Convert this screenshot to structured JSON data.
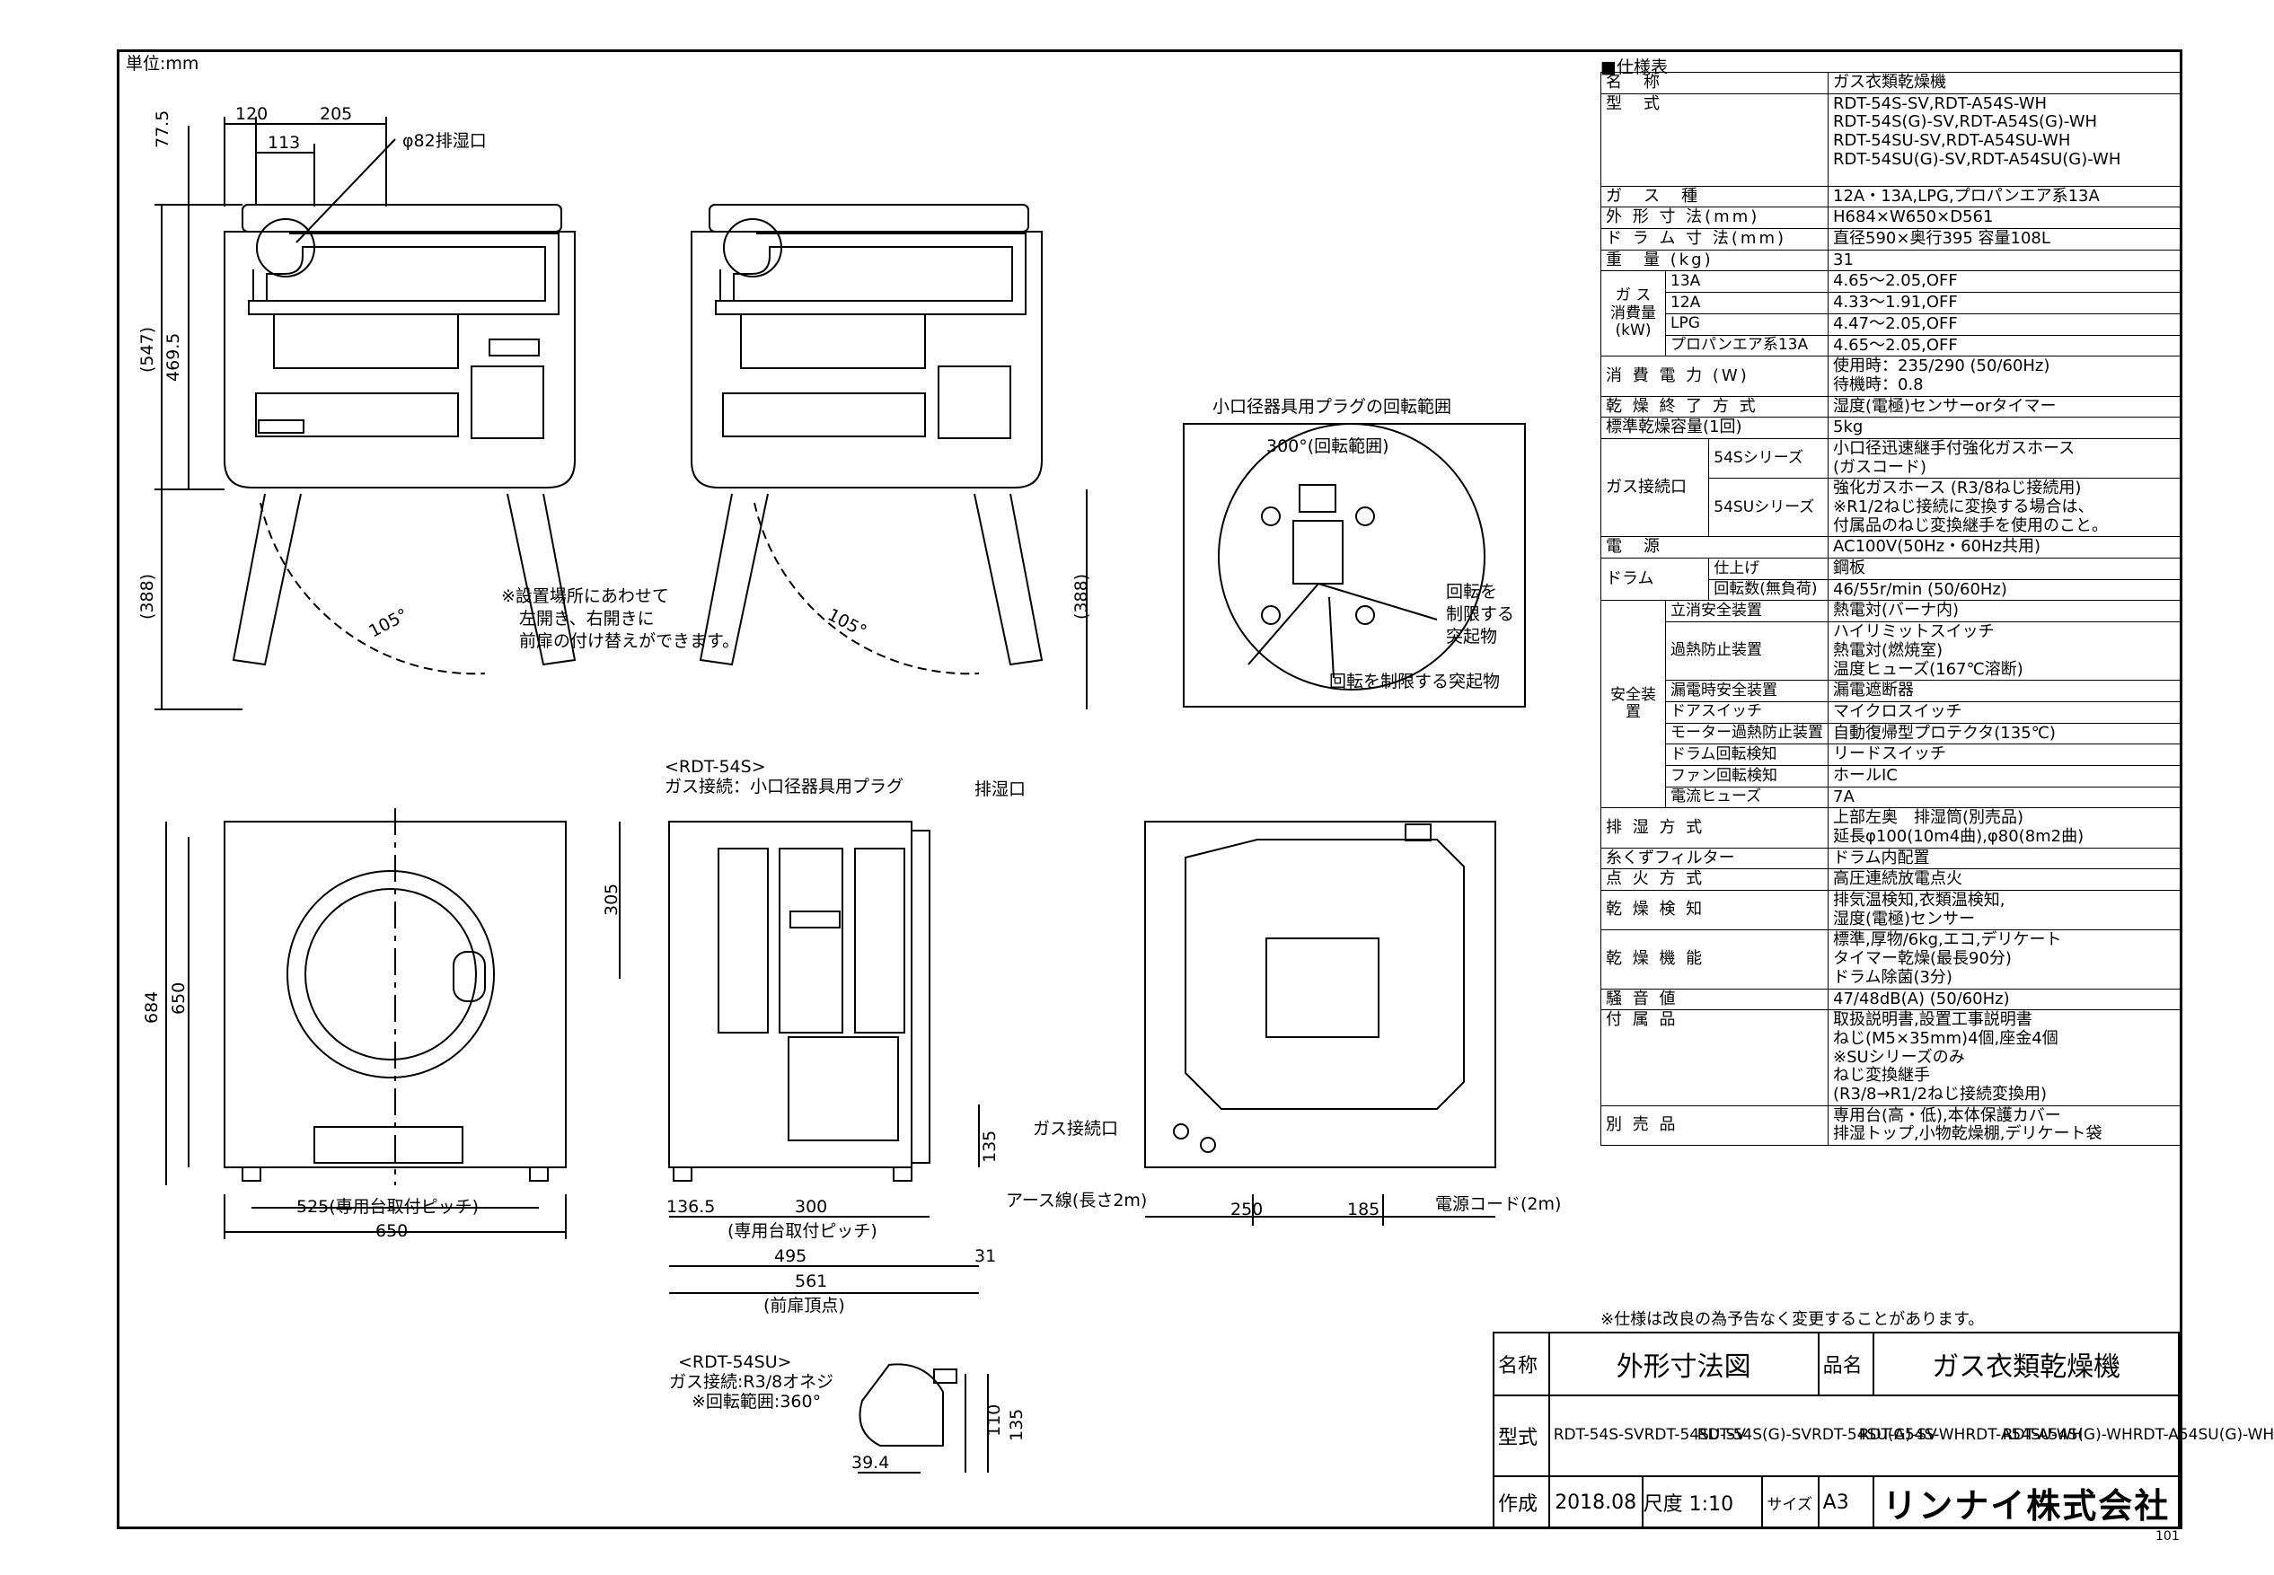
{
  "drawing": {
    "unit": "単位:mm",
    "top_view": {
      "dims": [
        "120",
        "205",
        "113",
        "77.5",
        "(547)",
        "469.5",
        "(388)",
        "(388)",
        "105°",
        "105°"
      ],
      "exhaust_label": "φ82排湿口",
      "door_note": [
        "※設置場所にあわせて",
        "左開き、右開きに",
        "前扉の付け替えができます。"
      ]
    },
    "plug_view": {
      "title": "小口径器具用プラグの回転範囲",
      "range": "300°(回転範囲)",
      "stopper": [
        "回転を",
        "制限する",
        "突起物"
      ],
      "stopper2": "回転を制限する突起物"
    },
    "front_view": {
      "dims": [
        "305",
        "684",
        "650",
        "525(専用台取付ピッチ)",
        "650"
      ]
    },
    "side_view": {
      "header": [
        "<RDT-54S>",
        "ガス接続：小口径器具用プラグ"
      ],
      "exhaust": "排湿口",
      "gas": "ガス接続口",
      "dims": [
        "135",
        "136.5",
        "300",
        "(専用台取付ピッチ)",
        "495",
        "31",
        "561",
        "(前扉頂点)"
      ]
    },
    "back_view": {
      "earth": "アース線(長さ2m)",
      "power": "電源コード(2m)",
      "dims": [
        "250",
        "185"
      ]
    },
    "su_view": {
      "header": [
        "<RDT-54SU>",
        "ガス接続:R3/8オネジ",
        "※回転範囲:360°"
      ],
      "dims": [
        "135",
        "110",
        "39.4"
      ]
    }
  },
  "spec": {
    "title": "■仕様表",
    "rows": {
      "name": [
        "名　称",
        "ガス衣類乾燥機"
      ],
      "model": [
        "型　式",
        [
          "RDT-54S-SV,RDT-A54S-WH",
          "RDT-54S(G)-SV,RDT-A54S(G)-WH",
          "RDT-54SU-SV,RDT-A54SU-WH",
          "RDT-54SU(G)-SV,RDT-A54SU(G)-WH"
        ]
      ],
      "gas": [
        "ガ　ス　種",
        "12A・13A,LPG,プロパンエア系13A"
      ],
      "size": [
        "外 形 寸 法(mm)",
        "H684×W650×D561"
      ],
      "drum": [
        "ド ラ ム 寸 法(mm)",
        "直径590×奥行395 容量108L"
      ],
      "weight": [
        "重　量 (kg)",
        "31"
      ],
      "consumption_label": [
        "ガ ス",
        "消費量",
        "(kW)"
      ],
      "consumption": [
        [
          "13A",
          "4.65～2.05,OFF"
        ],
        [
          "12A",
          "4.33～1.91,OFF"
        ],
        [
          "LPG",
          "4.47～2.05,OFF"
        ],
        [
          "プロパンエア系13A",
          "4.65～2.05,OFF"
        ]
      ],
      "power": [
        "消 費 電 力 (W)",
        [
          "使用時：235/290 (50/60Hz)",
          "待機時：0.8"
        ]
      ],
      "end": [
        "乾 燥 終 了 方 式",
        "湿度(電極)センサーorタイマー"
      ],
      "capacity": [
        "標準乾燥容量(1回)",
        "5kg"
      ],
      "gas_conn": "ガス接続口",
      "s54": [
        "54Sシリーズ",
        [
          "小口径迅速継手付強化ガスホース",
          "(ガスコード)"
        ]
      ],
      "su54": [
        "54SUシリーズ",
        [
          "強化ガスホース (R3/8ねじ接続用)",
          "※R1/2ねじ接続に変換する場合は、",
          "付属品のねじ変換継手を使用のこと。"
        ]
      ],
      "source": [
        "電　源",
        "AC100V(50Hz・60Hz共用)"
      ],
      "drum2": "ドラム",
      "finish": [
        "仕上げ",
        "鋼板"
      ],
      "rpm": [
        "回転数(無負荷)",
        "46/55r/min (50/60Hz)"
      ],
      "safety": "安全装置",
      "safety_items": [
        [
          "立消安全装置",
          [
            "熱電対(バーナ内)"
          ]
        ],
        [
          "過熱防止装置",
          [
            "ハイリミットスイッチ",
            "熱電対(燃焼室)",
            "温度ヒューズ(167℃溶断)"
          ]
        ],
        [
          "漏電時安全装置",
          [
            "漏電遮断器"
          ]
        ],
        [
          "ドアスイッチ",
          [
            "マイクロスイッチ"
          ]
        ],
        [
          "モーター過熱防止装置",
          [
            "自動復帰型プロテクタ(135℃)"
          ]
        ],
        [
          "ドラム回転検知",
          [
            "リードスイッチ"
          ]
        ],
        [
          "ファン回転検知",
          [
            "ホールIC"
          ]
        ],
        [
          "電流ヒューズ",
          [
            "7A"
          ]
        ]
      ],
      "exhaust": [
        "排 湿 方 式",
        [
          "上部左奥　排湿筒(別売品)",
          "延長φ100(10m4曲),φ80(8m2曲)"
        ]
      ],
      "filter": [
        "糸くずフィルター",
        "ドラム内配置"
      ],
      "ignition": [
        "点 火 方 式",
        "高圧連続放電点火"
      ],
      "detect": [
        "乾 燥 検 知",
        [
          "排気温検知,衣類温検知,",
          "湿度(電極)センサー"
        ]
      ],
      "function": [
        "乾 燥 機 能",
        [
          "標準,厚物/6kg,エコ,デリケート",
          "タイマー乾燥(最長90分)",
          "ドラム除菌(3分)"
        ]
      ],
      "noise": [
        "騒 音 値",
        "47/48dB(A) (50/60Hz)"
      ],
      "accessory": [
        "付 属 品",
        [
          "取扱説明書,設置工事説明書",
          "ねじ(M5×35mm)4個,座金4個",
          "※SUシリーズのみ",
          "ねじ変換継手",
          "(R3/8→R1/2ねじ接続変換用)"
        ]
      ],
      "option": [
        "別 売 品",
        [
          "専用台(高・低),本体保護カバー",
          "排湿トップ,小物乾燥棚,デリケート袋"
        ]
      ]
    },
    "note": "※仕様は改良の為予告なく変更することがあります。"
  },
  "title_block": {
    "name_label": "名称",
    "name": "外形寸法図",
    "product_label": "品名",
    "product": "ガス衣類乾燥機",
    "model_label": "型式",
    "models": [
      [
        "RDT-54S-SV",
        "RDT-54SU-SV"
      ],
      [
        "RDT-54S(G)-SV",
        "RDT-54SU(G)-SV"
      ],
      [
        "RDT-A54S-WH",
        "RDT-A54SU-WH"
      ],
      [
        "RDT-A54S(G)-WH",
        "RDT-A54SU(G)-WH"
      ]
    ],
    "made_label": "作成",
    "date": "2018.08",
    "scale_label": "尺度",
    "scale": "1:10",
    "size_label": "サイズ",
    "size": "A3",
    "company": "リンナイ株式会社"
  },
  "page_number": "101"
}
